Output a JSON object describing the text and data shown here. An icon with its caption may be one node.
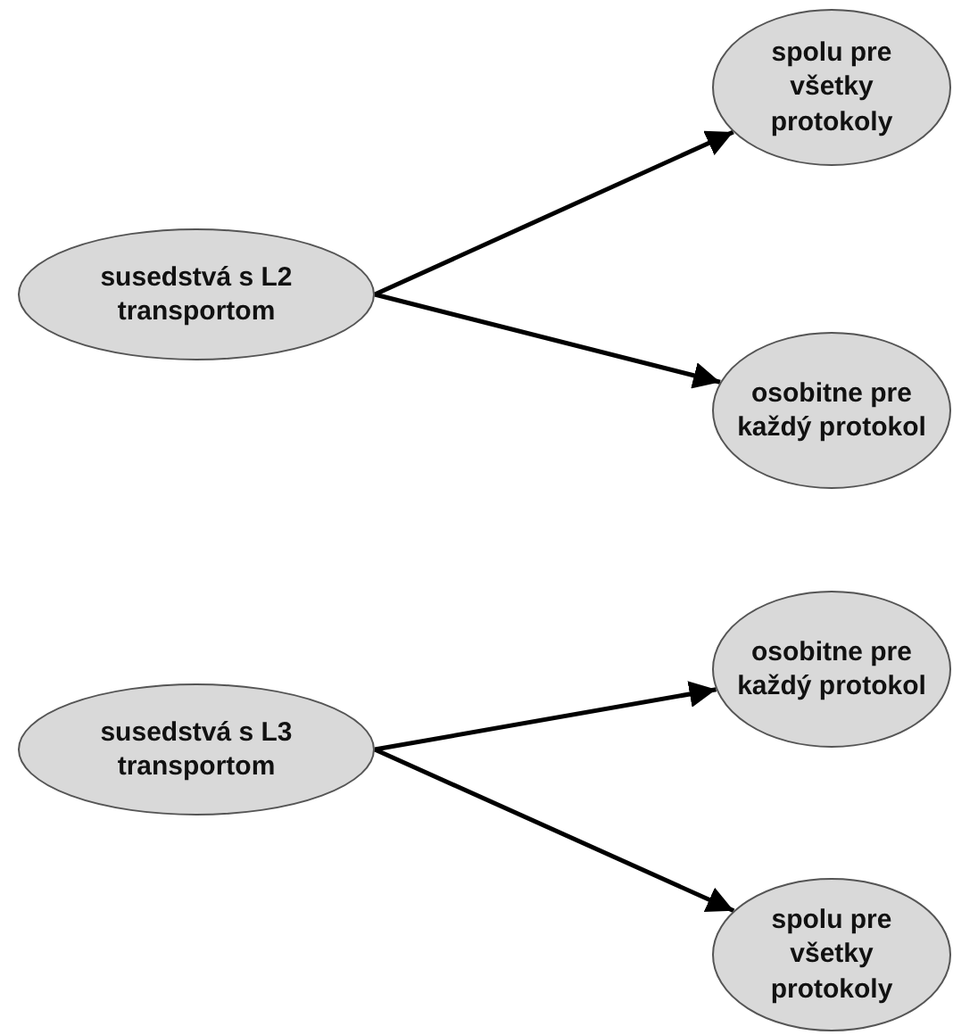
{
  "diagram": {
    "nodes": [
      {
        "text": [
          "susedstvá s L2 transportom"
        ]
      },
      {
        "text": [
          "spolu pre všetky protokoly"
        ]
      },
      {
        "text": [
          "osobitne pre každý protokol"
        ]
      },
      {
        "text": [
          "susedstvá s L3 transportom"
        ]
      },
      {
        "text": [
          "osobitne pre každý protokol"
        ]
      },
      {
        "text": [
          "spolu pre všetky protokoly"
        ]
      }
    ],
    "edges": [
      {
        "from": 0,
        "to": 1,
        "arrow": "to"
      },
      {
        "from": 0,
        "to": 2,
        "arrow": "to"
      },
      {
        "from": 3,
        "to": 4,
        "arrow": "to"
      },
      {
        "from": 3,
        "to": 5,
        "arrow": "to"
      }
    ]
  }
}
